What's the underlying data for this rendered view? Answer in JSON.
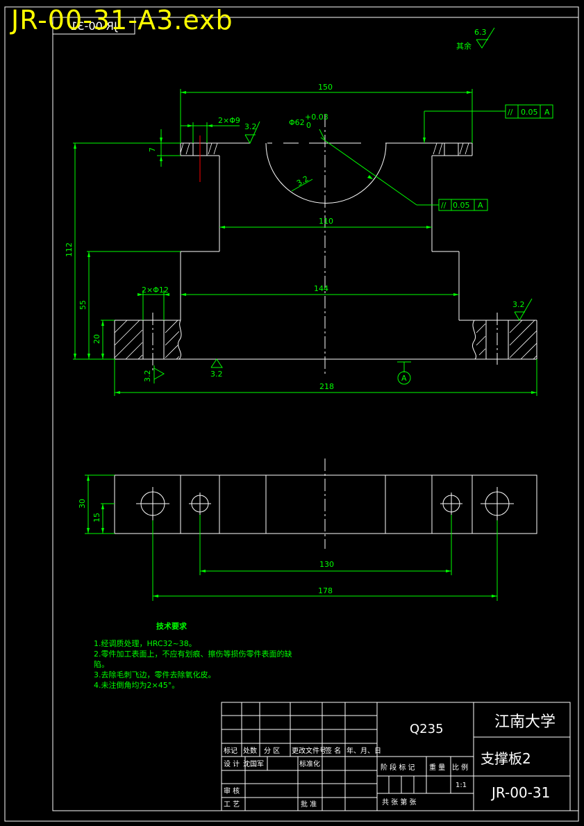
{
  "file_title": "JR-00-31-A3.exb",
  "mirrored_code": "JR-00-31",
  "roughness": {
    "other": "6.3",
    "other_label": "其余",
    "top_face": "3.2",
    "bore": "3.2",
    "bottom_face": "3.2",
    "right_hole": "3.2",
    "left_hole": "3.2"
  },
  "dimensions": {
    "top_width": "150",
    "top_holes": "2×Φ9",
    "bore_dia": "Φ62",
    "bore_tol_upper": "+0.03",
    "bore_tol_lower": "0",
    "flange_thk": "7",
    "overall_height": "112",
    "mid_height": "55",
    "base_height": "20",
    "mid_width": "110",
    "lower_width": "144",
    "base_holes": "2×Φ12",
    "base_width": "218",
    "plan_width": "30",
    "plan_half": "15",
    "hole_spacing_small": "130",
    "hole_spacing_large": "178"
  },
  "tolerances": {
    "parallel_top_symbol": "//",
    "parallel_top_value": "0.05",
    "parallel_top_datum": "A",
    "parallel_bore_symbol": "//",
    "parallel_bore_value": "0.05",
    "parallel_bore_datum": "A",
    "datum": "A"
  },
  "notes": {
    "title": "技术要求",
    "items": [
      "1.经调质处理，HRC32~38。",
      "2.零件加工表面上，不应有划痕、擦伤等损伤零件表面的缺",
      "陷。",
      "3.去除毛刺飞边，零件去除氧化皮。",
      "4.未注倒角均为2×45°。"
    ]
  },
  "title_block": {
    "material": "Q235",
    "school": "江南大学",
    "part_name": "支撑板2",
    "drawing_no": "JR-00-31",
    "scale": "1:1",
    "labels": {
      "mark": "标记",
      "count": "处数",
      "zone": "分 区",
      "change_doc": "更改文件号",
      "sign": "签 名",
      "date": "年、月、日",
      "design": "设 计",
      "designer": "沈国军",
      "standard": "标准化",
      "stage": "阶 段 标 记",
      "weight": "重 量",
      "ratio": "比 例",
      "review": "审 核",
      "process": "工 艺",
      "approve": "批 准",
      "sheets": "共     张  第     张"
    }
  }
}
